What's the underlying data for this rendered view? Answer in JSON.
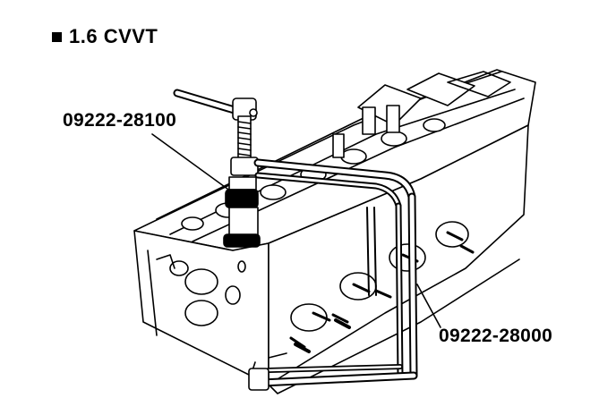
{
  "heading": {
    "bullet_icon": "square-bullet-icon",
    "text": "1.6 CVVT"
  },
  "callouts": {
    "tool_a": "09222-28100",
    "tool_b": "09222-28000"
  }
}
